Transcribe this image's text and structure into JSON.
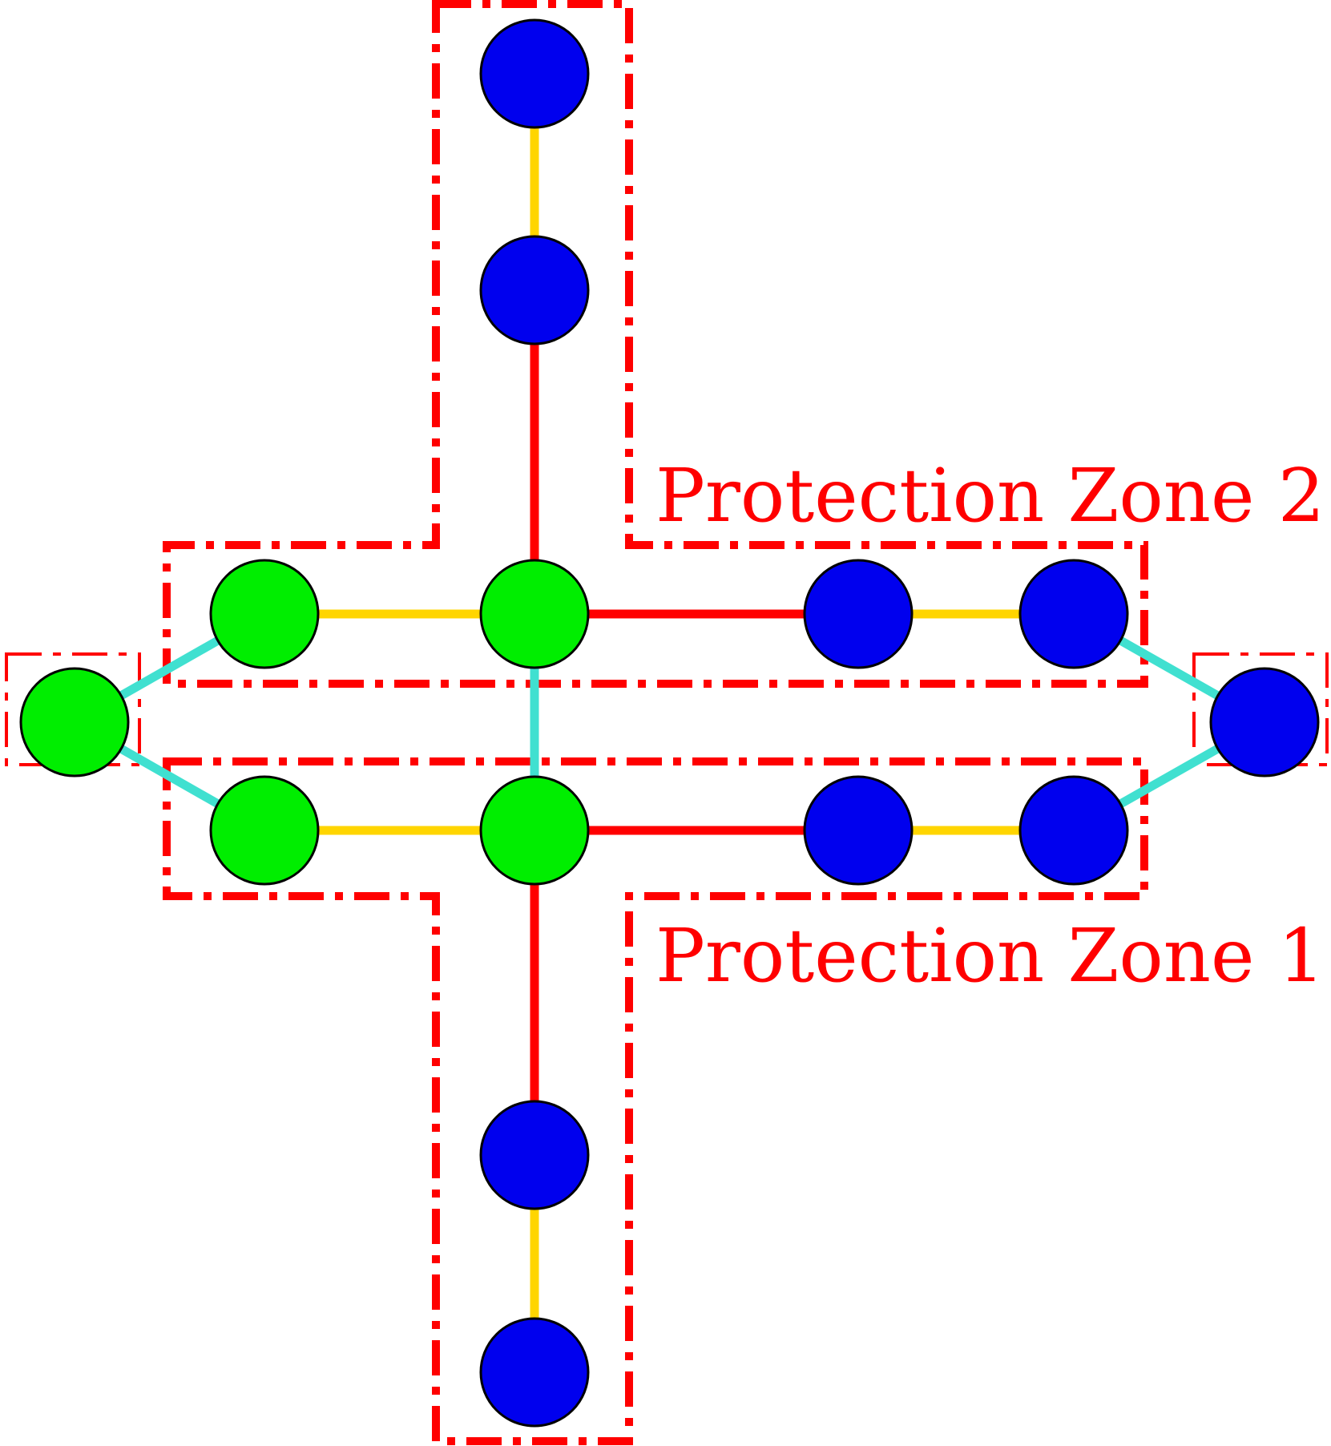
{
  "colors": {
    "zone_border": "#ff0000",
    "zone_label": "#ff0000",
    "node_green": "#00ee00",
    "node_blue": "#0000ee",
    "edge_red": "#ff0000",
    "edge_yellow": "#ffd500",
    "edge_cyan": "#40e0d0"
  },
  "zones": {
    "zone2_label": "Protection Zone 2",
    "zone1_label": "Protection Zone 1"
  },
  "nodes": [
    {
      "id": "t1",
      "color": "blue"
    },
    {
      "id": "t2",
      "color": "blue"
    },
    {
      "id": "u1",
      "color": "green"
    },
    {
      "id": "u2",
      "color": "green"
    },
    {
      "id": "u3",
      "color": "blue"
    },
    {
      "id": "u4",
      "color": "blue"
    },
    {
      "id": "l1",
      "color": "green"
    },
    {
      "id": "r1",
      "color": "blue"
    },
    {
      "id": "d1",
      "color": "green"
    },
    {
      "id": "d2",
      "color": "green"
    },
    {
      "id": "d3",
      "color": "blue"
    },
    {
      "id": "d4",
      "color": "blue"
    },
    {
      "id": "b1",
      "color": "blue"
    },
    {
      "id": "b2",
      "color": "blue"
    }
  ],
  "edges": [
    {
      "from": "t1",
      "to": "t2",
      "color": "yellow"
    },
    {
      "from": "t2",
      "to": "u2",
      "color": "red"
    },
    {
      "from": "u1",
      "to": "u2",
      "color": "yellow"
    },
    {
      "from": "u2",
      "to": "u3",
      "color": "red"
    },
    {
      "from": "u3",
      "to": "u4",
      "color": "yellow"
    },
    {
      "from": "l1",
      "to": "u1",
      "color": "cyan"
    },
    {
      "from": "l1",
      "to": "d1",
      "color": "cyan"
    },
    {
      "from": "u4",
      "to": "r1",
      "color": "cyan"
    },
    {
      "from": "d4",
      "to": "r1",
      "color": "cyan"
    },
    {
      "from": "u2",
      "to": "d2",
      "color": "cyan"
    },
    {
      "from": "d1",
      "to": "d2",
      "color": "yellow"
    },
    {
      "from": "d2",
      "to": "d3",
      "color": "red"
    },
    {
      "from": "d3",
      "to": "d4",
      "color": "yellow"
    },
    {
      "from": "d2",
      "to": "b1",
      "color": "red"
    },
    {
      "from": "b1",
      "to": "b2",
      "color": "yellow"
    }
  ]
}
